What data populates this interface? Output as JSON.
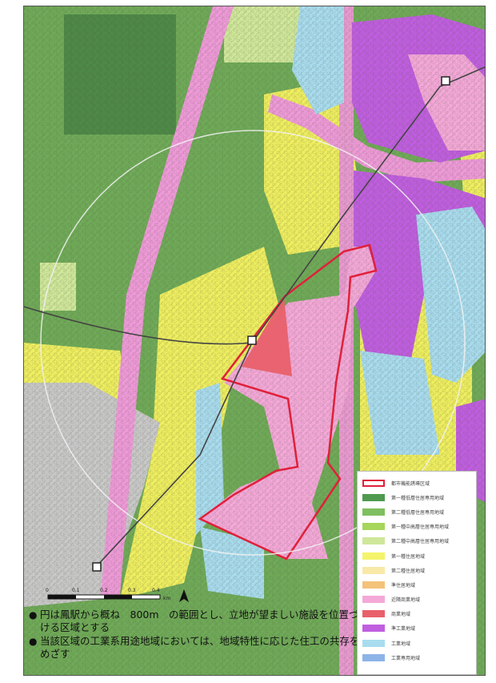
{
  "notes": [
    "円は鳳駅から概ね　800m　の範囲とし、立地が望ましい施設を位置づける区域とする",
    "当該区域の工業系用途地域においては、地域特性に応じた住工の共存をめざす"
  ],
  "bullet": "●",
  "legend": [
    {
      "label": "都市機能誘導区域",
      "color": "#ffffff",
      "border": "#e0203a"
    },
    {
      "label": "第一種低層住居専用地域",
      "color": "#4f9a4f"
    },
    {
      "label": "第二種低層住居専用地域",
      "color": "#7fbf5f"
    },
    {
      "label": "第一種中高層住居専用地域",
      "color": "#a6d65c"
    },
    {
      "label": "第二種中高層住居専用地域",
      "color": "#cfe79a"
    },
    {
      "label": "第一種住居地域",
      "color": "#f4f46a"
    },
    {
      "label": "第二種住居地域",
      "color": "#f8e9a8"
    },
    {
      "label": "準住居地域",
      "color": "#f4c27a"
    },
    {
      "label": "近隣商業地域",
      "color": "#f4a8d8"
    },
    {
      "label": "商業地域",
      "color": "#e8606a"
    },
    {
      "label": "準工業地域",
      "color": "#c05ee0"
    },
    {
      "label": "工業地域",
      "color": "#a8dcee"
    },
    {
      "label": "工業専用地域",
      "color": "#8cb4e8"
    }
  ],
  "scale": {
    "ticks": [
      "0",
      "0.1",
      "0.2",
      "0.3",
      "0.4"
    ],
    "unit": "km"
  },
  "north": "N"
}
